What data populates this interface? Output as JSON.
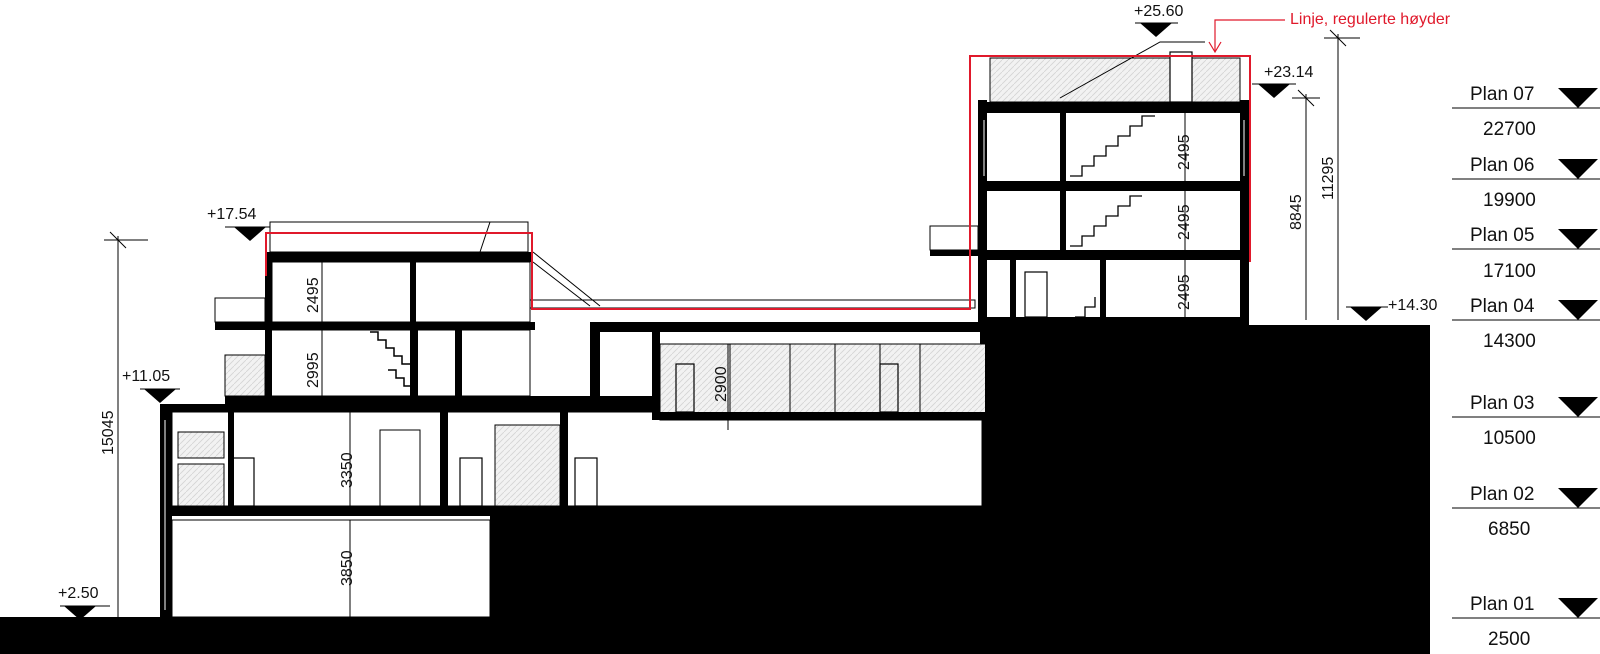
{
  "section": {
    "annotation": {
      "text": "Linje, regulerte høyder",
      "color": "#e0192b"
    },
    "elevation_marks": [
      {
        "id": "elev-2-50",
        "label": "+2.50"
      },
      {
        "id": "elev-11-05",
        "label": "+11.05"
      },
      {
        "id": "elev-17-54",
        "label": "+17.54"
      },
      {
        "id": "elev-25-60",
        "label": "+25.60"
      },
      {
        "id": "elev-23-14",
        "label": "+23.14"
      },
      {
        "id": "elev-14-30",
        "label": "+14.30"
      }
    ],
    "dimensions": [
      {
        "id": "dim-15045",
        "value": "15045"
      },
      {
        "id": "dim-11295",
        "value": "11295"
      },
      {
        "id": "dim-8845",
        "value": "8845"
      },
      {
        "id": "dim-3850",
        "value": "3850"
      },
      {
        "id": "dim-3350",
        "value": "3350"
      },
      {
        "id": "dim-2995",
        "value": "2995"
      },
      {
        "id": "dim-2495-left",
        "value": "2495"
      },
      {
        "id": "dim-2900",
        "value": "2900"
      },
      {
        "id": "dim-2495-a",
        "value": "2495"
      },
      {
        "id": "dim-2495-b",
        "value": "2495"
      },
      {
        "id": "dim-2495-c",
        "value": "2495"
      }
    ],
    "plans": [
      {
        "name": "Plan 07",
        "height": "22700"
      },
      {
        "name": "Plan 06",
        "height": "19900"
      },
      {
        "name": "Plan 05",
        "height": "17100"
      },
      {
        "name": "Plan 04",
        "height": "14300"
      },
      {
        "name": "Plan 03",
        "height": "10500"
      },
      {
        "name": "Plan 02",
        "height": "6850"
      },
      {
        "name": "Plan 01",
        "height": "2500"
      }
    ]
  }
}
